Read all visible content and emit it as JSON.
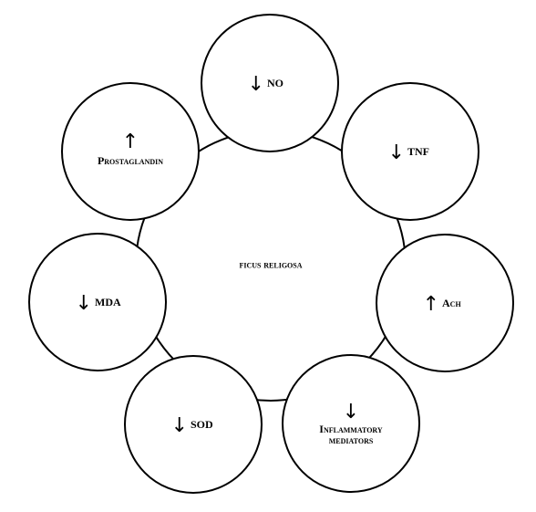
{
  "diagram": {
    "center_label": "ficus religosa",
    "nodes": [
      {
        "arrow": "↓",
        "lines": [
          "NO"
        ]
      },
      {
        "arrow": "↓",
        "lines": [
          "TNF"
        ]
      },
      {
        "arrow": "↑",
        "lines": [
          "Ach"
        ]
      },
      {
        "arrow": "↓",
        "lines": [
          "Inflammatory",
          "mediators"
        ]
      },
      {
        "arrow": "↓",
        "lines": [
          "SOD"
        ]
      },
      {
        "arrow": "↓",
        "lines": [
          "MDA"
        ]
      },
      {
        "arrow": "↑",
        "lines": [
          "Prostaglandin"
        ]
      }
    ]
  }
}
